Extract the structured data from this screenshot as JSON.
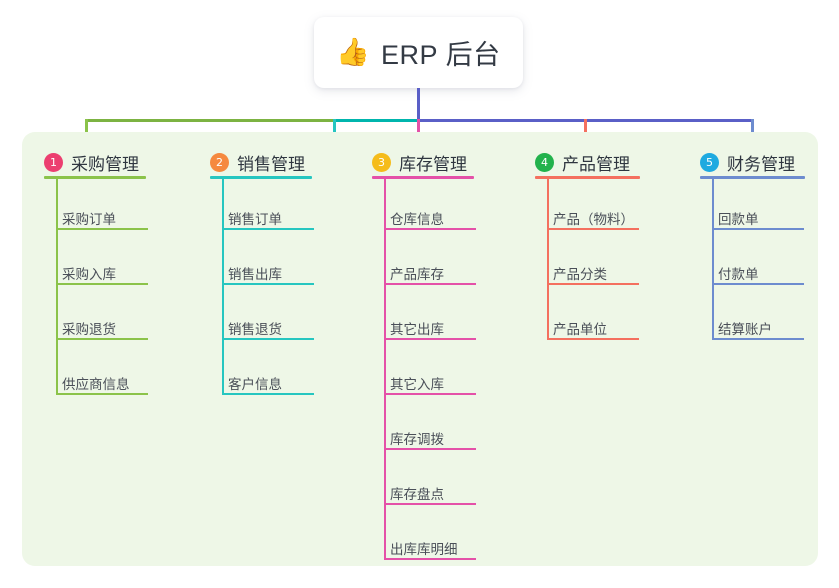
{
  "title": {
    "icon": "thumbs-up-icon",
    "icon_glyph": "👍",
    "text": "ERP 后台"
  },
  "colors": {
    "panel_bg": "#eef7e7",
    "card_bg": "#ffffff",
    "trunk": "#5a5fc7",
    "branch_left_green": "#7cb342",
    "branch_teal": "#00b5ad",
    "branch_indigo": "#5a5fc7"
  },
  "columns": [
    {
      "number": "1",
      "title": "采购管理",
      "badge_color": "#ec3f70",
      "line_color": "#8bc34a",
      "drop_color": "#8bc34a",
      "items": [
        "采购订单",
        "采购入库",
        "采购退货",
        "供应商信息"
      ]
    },
    {
      "number": "2",
      "title": "销售管理",
      "badge_color": "#f5893f",
      "line_color": "#26c6c0",
      "drop_color": "#26c6c0",
      "items": [
        "销售订单",
        "销售出库",
        "销售退货",
        "客户信息"
      ]
    },
    {
      "number": "3",
      "title": "库存管理",
      "badge_color": "#f5bc1b",
      "line_color": "#e451a8",
      "drop_color": "#e451a8",
      "items": [
        "仓库信息",
        "产品库存",
        "其它出库",
        "其它入库",
        "库存调拨",
        "库存盘点",
        "出库库明细"
      ]
    },
    {
      "number": "4",
      "title": "产品管理",
      "badge_color": "#22b24c",
      "line_color": "#f4705f",
      "drop_color": "#f4705f",
      "items": [
        "产品（物料）",
        "产品分类",
        "产品单位"
      ]
    },
    {
      "number": "5",
      "title": "财务管理",
      "badge_color": "#1eaae0",
      "line_color": "#6d8ccf",
      "drop_color": "#6d8ccf",
      "items": [
        "回款单",
        "付款单",
        "结算账户"
      ]
    }
  ]
}
